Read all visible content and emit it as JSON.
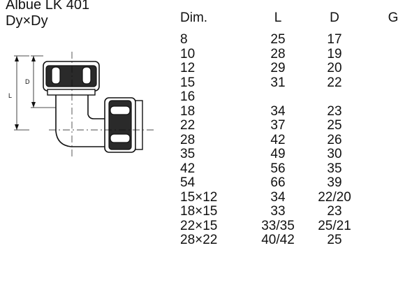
{
  "title": {
    "line1": "Albue LK 401",
    "line2": "Dy×Dy"
  },
  "drawing": {
    "label_L": "L",
    "label_D": "D"
  },
  "table": {
    "headers": {
      "dim": "Dim.",
      "L": "L",
      "D": "D",
      "G": "G"
    },
    "rows": [
      {
        "dim": "8",
        "L": "25",
        "D": "17"
      },
      {
        "dim": "10",
        "L": "28",
        "D": "19"
      },
      {
        "dim": "12",
        "L": "29",
        "D": "20"
      },
      {
        "dim": "15",
        "L": "31",
        "D": "22"
      },
      {
        "dim": "16",
        "L": "",
        "D": ""
      },
      {
        "dim": "18",
        "L": "34",
        "D": "23"
      },
      {
        "dim": "22",
        "L": "37",
        "D": "25"
      },
      {
        "dim": "28",
        "L": "42",
        "D": "26"
      },
      {
        "dim": "35",
        "L": "49",
        "D": "30"
      },
      {
        "dim": "42",
        "L": "56",
        "D": "35"
      },
      {
        "dim": "54",
        "L": "66",
        "D": "39"
      },
      {
        "dim": "15×12",
        "L": "34",
        "D": "22/20"
      },
      {
        "dim": "18×15",
        "L": "33",
        "D": "23"
      },
      {
        "dim": "22×15",
        "L": "33/35",
        "D": "25/21"
      },
      {
        "dim": "28×22",
        "L": "40/42",
        "D": "25"
      }
    ]
  }
}
